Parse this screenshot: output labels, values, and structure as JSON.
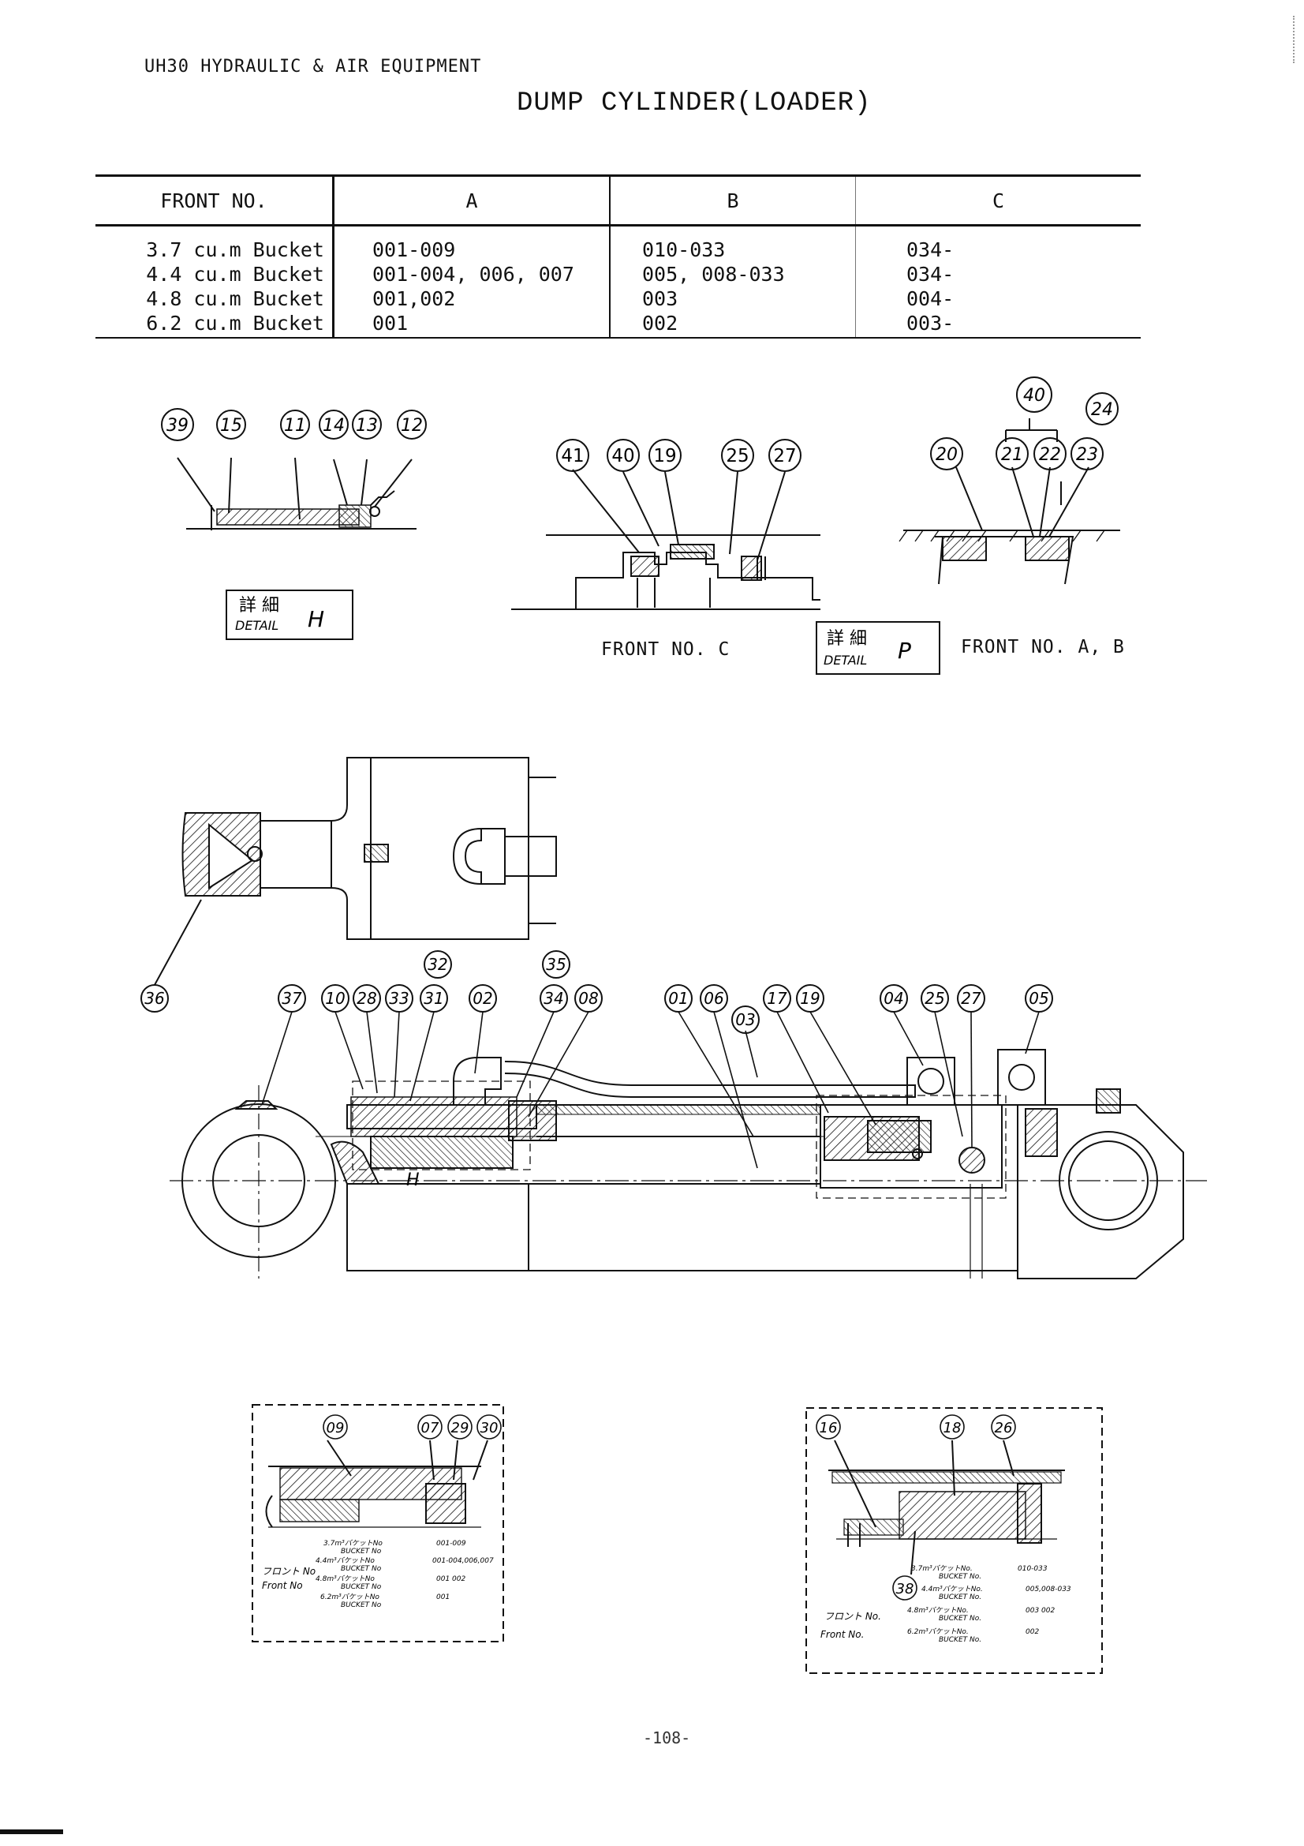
{
  "header": {
    "subtitle": "UH30 HYDRAULIC & AIR EQUIPMENT",
    "title": "DUMP CYLINDER(LOADER)"
  },
  "front_table": {
    "columns": [
      "FRONT NO.",
      "A",
      "B",
      "C"
    ],
    "rows": [
      [
        "3.7 cu.m Bucket",
        "001-009",
        "010-033",
        "034-"
      ],
      [
        "4.4 cu.m Bucket",
        "001-004, 006, 007",
        "005, 008-033",
        "034-"
      ],
      [
        "4.8 cu.m Bucket",
        "001,002",
        "003",
        "004-"
      ],
      [
        "6.2 cu.m Bucket",
        "001",
        "002",
        "003-"
      ]
    ]
  },
  "labels": {
    "front_no_c": "FRONT NO. C",
    "front_no_ab": "FRONT NO. A, B"
  },
  "details": {
    "h": {
      "kanji": "詳 細",
      "word": "DETAIL",
      "letter": "H"
    },
    "p": {
      "kanji": "詳 細",
      "word": "DETAIL",
      "letter": "P"
    },
    "h_marker": "H"
  },
  "callouts": {
    "detail_h": [
      "39",
      "15",
      "11",
      "14",
      "13",
      "12"
    ],
    "front_c": [
      "41",
      "40",
      "19",
      "25",
      "27"
    ],
    "front_ab": [
      "40",
      "24",
      "20",
      "21",
      "22",
      "23"
    ],
    "main_top": [
      "32",
      "35"
    ],
    "main": [
      "36",
      "37",
      "10",
      "28",
      "33",
      "31",
      "02",
      "34",
      "08",
      "01",
      "06",
      "17",
      "19",
      "04",
      "25",
      "27",
      "05",
      "03"
    ],
    "inset_left": [
      "09",
      "07",
      "29",
      "30"
    ],
    "inset_right": [
      "16",
      "18",
      "26",
      "38"
    ]
  },
  "insets": {
    "left": {
      "front_label": [
        "フロント No",
        "Front No"
      ],
      "rows": [
        [
          "3.7m³バケットNo",
          "BUCKET No",
          "001-009"
        ],
        [
          "4.4m³バケットNo",
          "BUCKET No",
          "001-004,006,007"
        ],
        [
          "4.8m³バケットNo",
          "BUCKET No",
          "001 002"
        ],
        [
          "6.2m³バケットNo",
          "BUCKET No",
          "001"
        ]
      ]
    },
    "right": {
      "front_label": [
        "フロント No.",
        "Front No."
      ],
      "rows": [
        [
          "3.7m³バケットNo.",
          "BUCKET No.",
          "010-033"
        ],
        [
          "4.4m³バケットNo.",
          "BUCKET No.",
          "005,008-033"
        ],
        [
          "4.8m³バケットNo.",
          "BUCKET No.",
          "003 002"
        ],
        [
          "6.2m³バケットNo.",
          "BUCKET No.",
          "002"
        ]
      ]
    }
  },
  "page_number": "-108-"
}
